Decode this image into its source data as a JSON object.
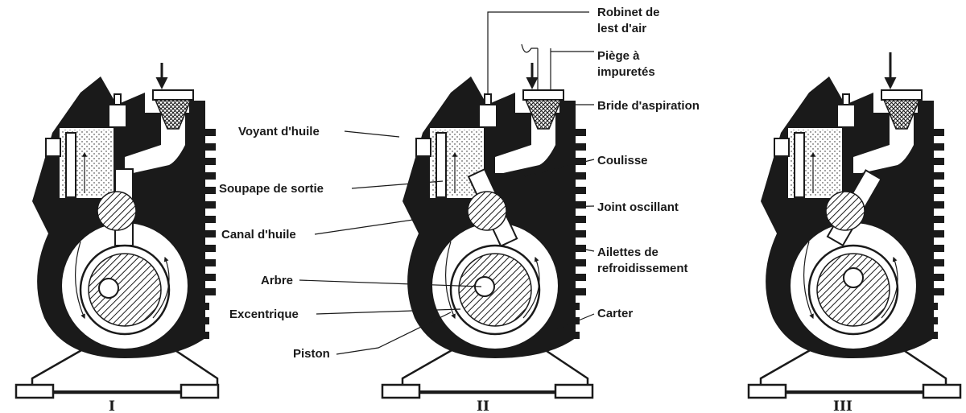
{
  "labels_left": {
    "voyant_huile": "Voyant d'huile",
    "soupape_sortie": "Soupape de sortie",
    "canal_huile": "Canal d'huile",
    "arbre": "Arbre",
    "excentrique": "Excentrique",
    "piston": "Piston"
  },
  "labels_right": {
    "robinet_line1": "Robinet de",
    "robinet_line2": "lest d'air",
    "piege_line1": "Piège à",
    "piege_line2": "impuretés",
    "bride": "Bride d'aspiration",
    "coulisse": "Coulisse",
    "joint": "Joint oscillant",
    "ailettes_line1": "Ailettes de",
    "ailettes_line2": "refroidissement",
    "carter": "Carter"
  },
  "stage_numbers": [
    "I",
    "II",
    "III"
  ],
  "stage_angles_deg": [
    0,
    -25,
    30
  ],
  "colors": {
    "ink": "#1a1a1a",
    "paper": "#ffffff",
    "oil": "#ffffff"
  }
}
